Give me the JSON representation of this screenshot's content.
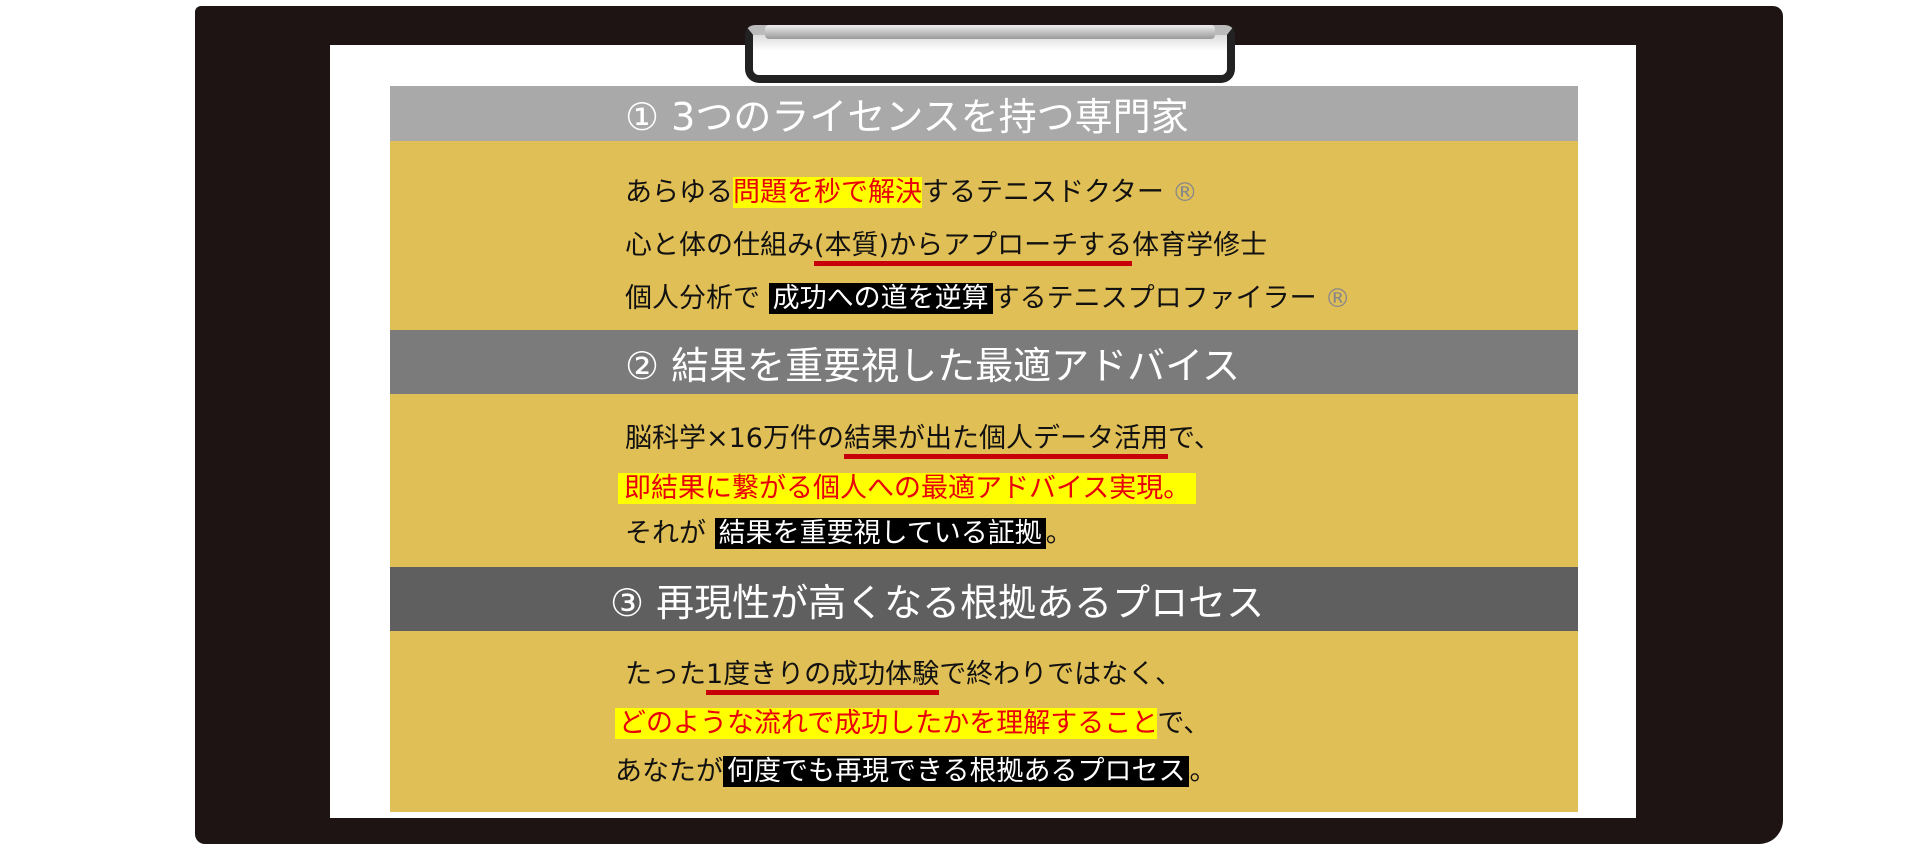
{
  "sections": [
    {
      "title": "① 3つのライセンスを持つ専門家",
      "lines": [
        [
          "あらゆる",
          "問題を秒で解決",
          "するテニスドクター",
          "®"
        ],
        [
          "心と体の仕組み",
          "(本質)からアプローチする",
          "体育学修士"
        ],
        [
          "個人分析で ",
          "成功への道を逆算",
          "するテニスプロファイラー",
          "®"
        ]
      ]
    },
    {
      "title": "② 結果を重要視した最適アドバイス",
      "lines": [
        [
          "脳科学×16万件の",
          "結果が出た個人データ活用",
          "で、"
        ],
        [
          "即結果に繋がる個人への最適アドバイス実現。"
        ],
        [
          "それが ",
          "結果を重要視している証拠",
          "。"
        ]
      ]
    },
    {
      "title": "③ 再現性が高くなる根拠あるプロセス",
      "lines": [
        [
          "たった",
          "1度きりの成功体験",
          "で終わりではなく、"
        ],
        [
          "どのような流れで成功したかを理解すること",
          "で、"
        ],
        [
          "あなたが",
          "何度でも再現できる根拠あるプロセス",
          "。"
        ]
      ]
    }
  ]
}
